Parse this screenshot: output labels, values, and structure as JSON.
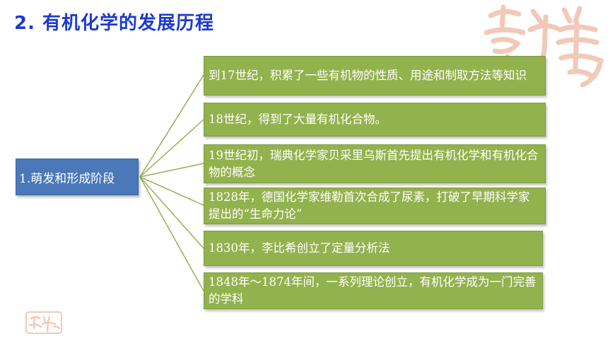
{
  "title": "2. 有机化学的发展历程",
  "root": "1.萌发和形成阶段",
  "nodes": [
    "到17世纪，积累了一些有机物的性质、用途和制取方法等知识",
    "18世纪，得到了大量有机化合物。",
    "19世纪初，瑞典化学家贝采里乌斯首先提出有机化学和有机化合物的概念",
    "1828年，德国化学家维勒首次合成了尿素，打破了早期科学家提出的“生命力论”",
    "1830年，李比希创立了定量分析法",
    "1848年～1874年间，一系列理论创立，有机化学成为一门完善的学科"
  ],
  "colors": {
    "title": "#1c3ad0",
    "root_fill": "#4a78b8",
    "node_fill": "#92b24e",
    "connector": "#92b24e",
    "watermark": "#f2c9b8"
  }
}
